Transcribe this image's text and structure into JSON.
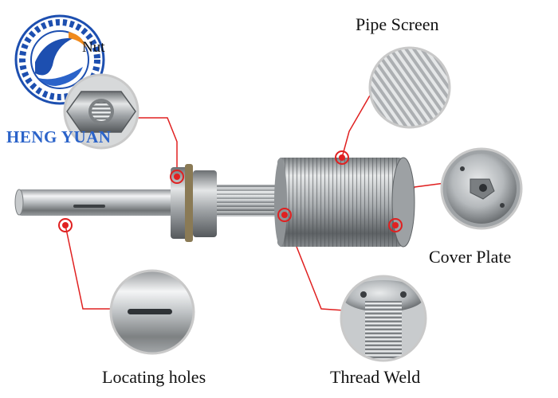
{
  "brand": {
    "name": "HENG YUAN",
    "primary_color": "#1d4fb0",
    "accent_color": "#2b63c9"
  },
  "labels": {
    "nut": "Nut",
    "pipe_screen": "Pipe Screen",
    "cover_plate": "Cover Plate",
    "locating_holes": "Locating holes",
    "thread_weld": "Thread Weld"
  },
  "callout_color": "#e02020",
  "icons": {
    "logo": "globe-wave-logo",
    "product": "nozzle-filter-assembly"
  }
}
